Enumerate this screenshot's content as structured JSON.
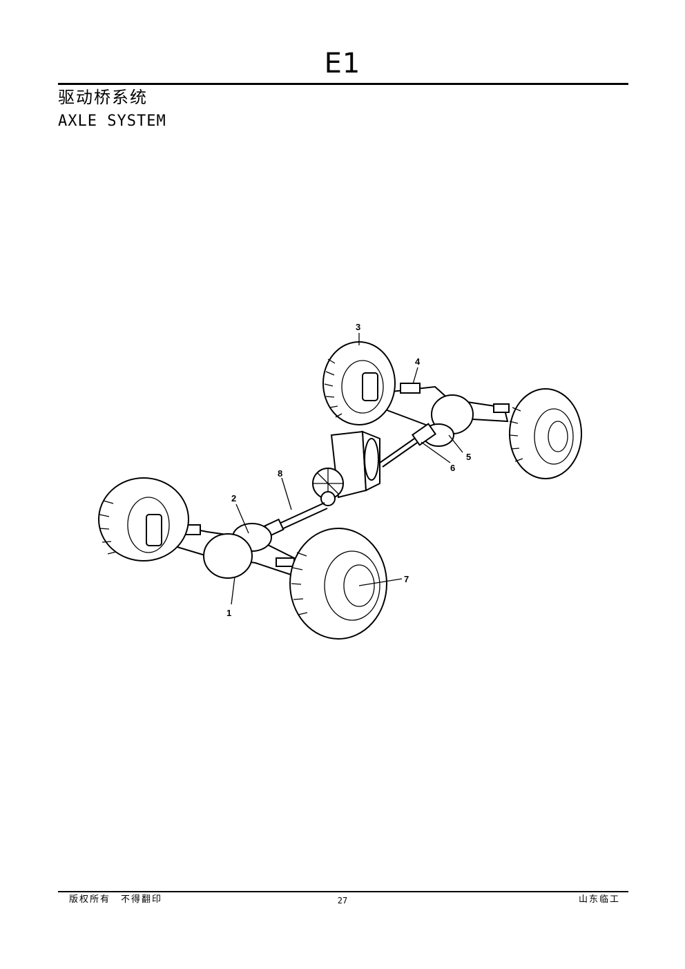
{
  "header": {
    "page_code": "E1",
    "title_cn": "驱动桥系统",
    "title_en": "AXLE SYSTEM"
  },
  "figure": {
    "callouts": [
      "1",
      "2",
      "3",
      "4",
      "5",
      "6",
      "7",
      "8"
    ]
  },
  "footer": {
    "left": "版权所有　不得翻印",
    "page_number": "27",
    "right": "山东临工"
  }
}
